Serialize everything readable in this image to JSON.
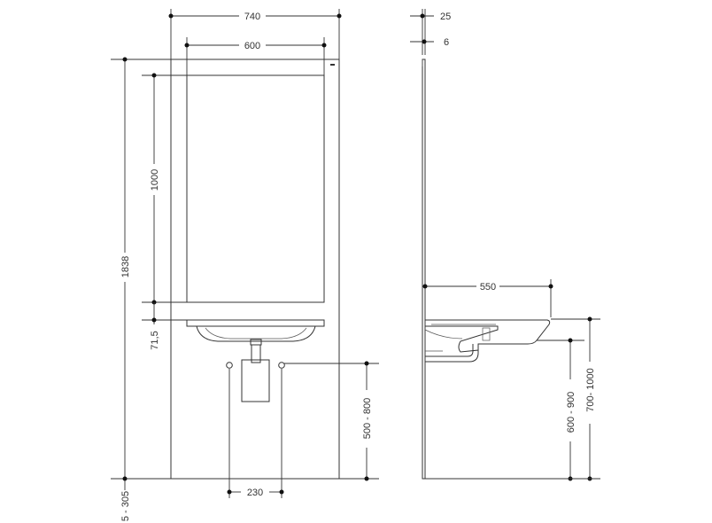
{
  "dimensions": {
    "width_total": "740",
    "width_mirror": "600",
    "height_total": "1838",
    "height_mirror": "1000",
    "sink_offset": "71,5",
    "floor_gap": "5 - 305",
    "pipe_spacing": "230",
    "pipe_height": "500 - 800",
    "panel_thickness": "25",
    "mirror_thickness": "6",
    "sink_depth": "550",
    "sink_underside_height": "600 - 900",
    "sink_top_height": "700- 1000"
  }
}
